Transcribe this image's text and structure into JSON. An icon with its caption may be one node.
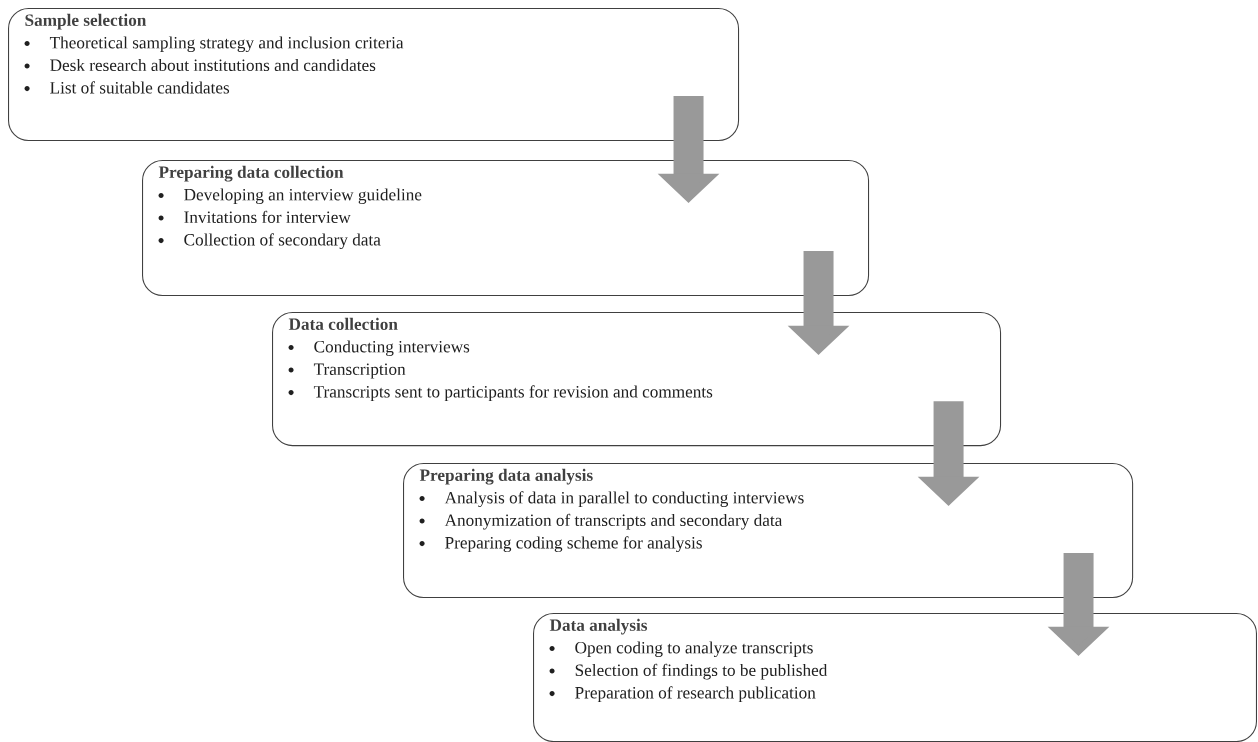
{
  "diagram": {
    "nodes": [
      {
        "text": [
          "Sample selection",
          "Theoretical sampling strategy and inclusion criteria",
          "Desk research about institutions and candidates",
          "List of suitable candidates"
        ]
      },
      {
        "text": [
          "Preparing data collection",
          "Developing an interview guideline",
          "Invitations for interview",
          "Collection of secondary  data"
        ]
      },
      {
        "text": [
          "Data collection",
          "Conducting interviews",
          "Transcription",
          "Transcripts  sent to participants  for revision and comments"
        ]
      },
      {
        "text": [
          "Preparing data analysis",
          "Analysis of data in parallel to conducting interviews",
          "Anonymization of transcripts and secondary data",
          "Preparing coding scheme for analysis"
        ]
      },
      {
        "text": [
          "Data analysis",
          "Open coding to analyze transcripts",
          "Selection of findings to be published",
          "Preparation of research publication"
        ]
      }
    ],
    "edges": [
      {
        "from": 0,
        "to": 1,
        "arrow": "to"
      },
      {
        "from": 1,
        "to": 2,
        "arrow": "to"
      },
      {
        "from": 2,
        "to": 3,
        "arrow": "to"
      },
      {
        "from": 3,
        "to": 4,
        "arrow": "to"
      }
    ]
  }
}
